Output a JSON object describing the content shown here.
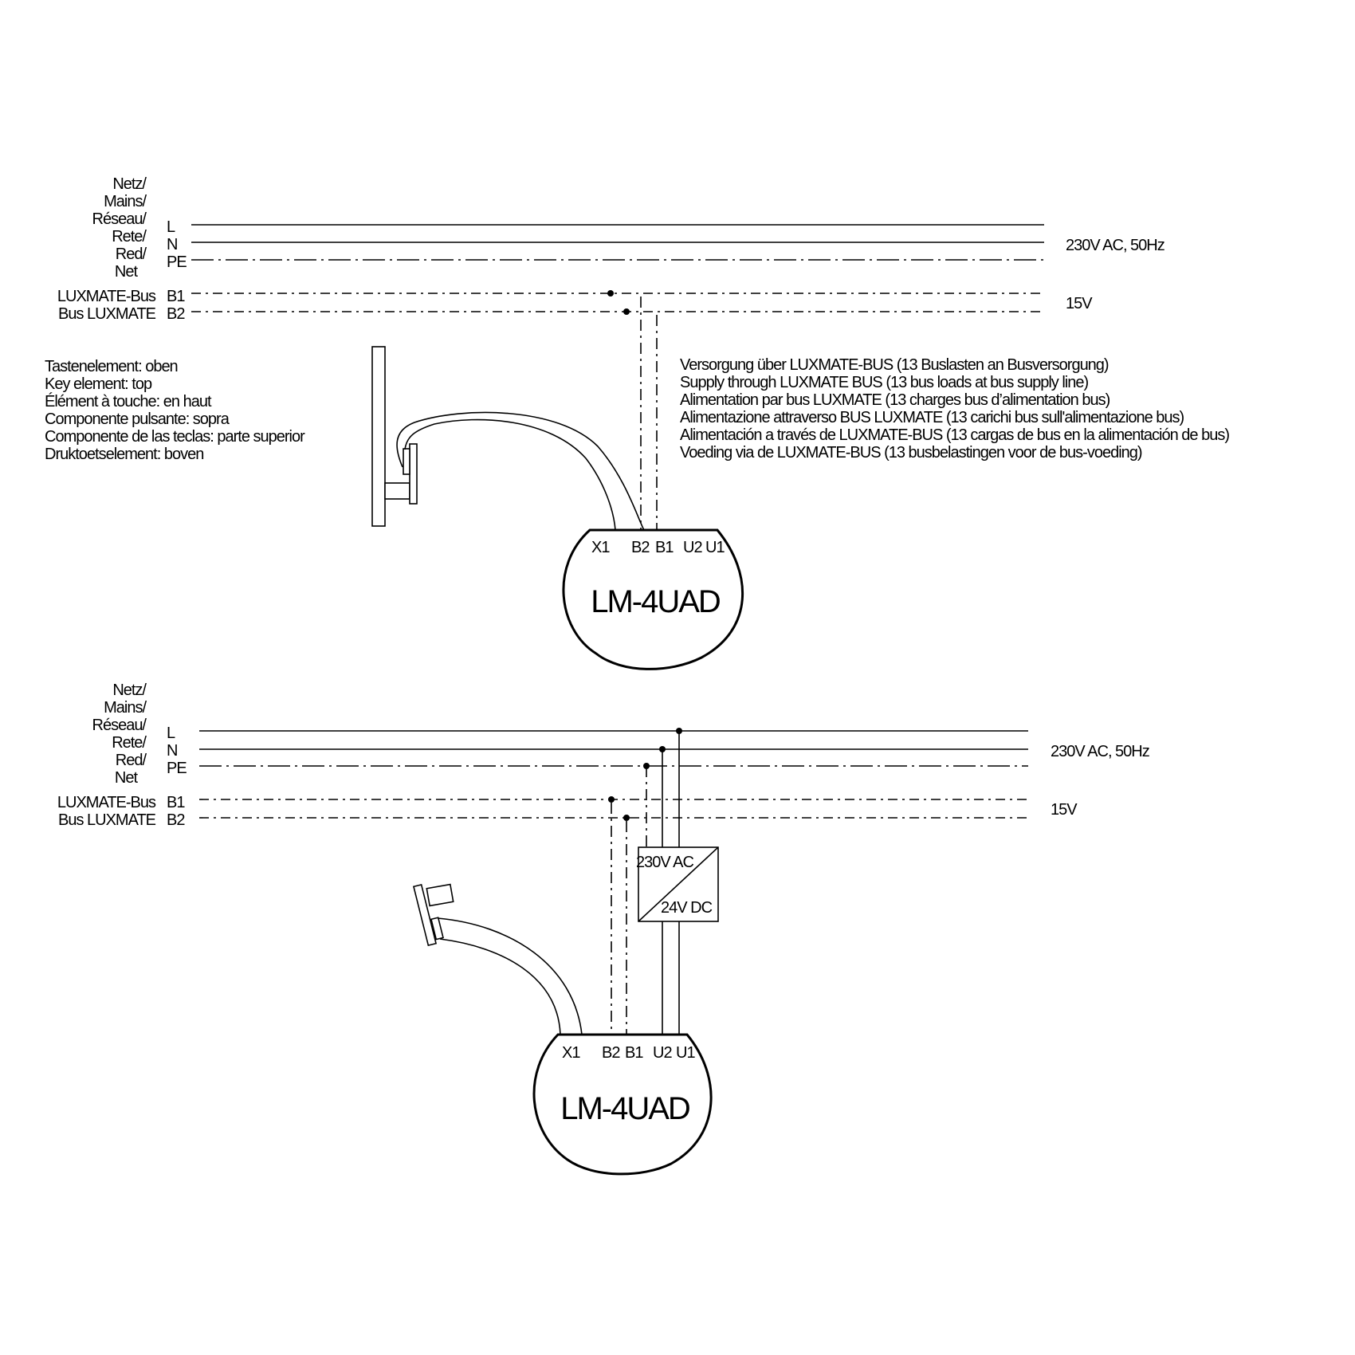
{
  "diagrams": [
    {
      "id": "bus-supplied",
      "mains_label_lines": [
        "Netz/",
        "Mains/",
        "Réseau/",
        "Rete/",
        "Red/",
        "Net"
      ],
      "conductors": [
        "L",
        "N",
        "PE"
      ],
      "bus_label_lines": [
        "LUXMATE-Bus",
        "Bus LUXMATE"
      ],
      "bus_conductors": [
        "B1",
        "B2"
      ],
      "mains_voltage": "230V AC, 50Hz",
      "bus_voltage": "15V",
      "key_element_notes": [
        "Tastenelement: oben",
        "Key element: top",
        "Élément à touche: en haut",
        "Componente pulsante: sopra",
        "Componente de las teclas: parte superior",
        "Druktoetselement: boven"
      ],
      "supply_notes": [
        "Versorgung über LUXMATE-BUS (13 Buslasten an Busversorgung)",
        "Supply through LUXMATE BUS (13 bus loads at bus supply line)",
        "Alimentation par bus LUXMATE (13 charges bus d’alimentation bus)",
        "Alimentazione attraverso BUS LUXMATE (13 carichi bus sull'alimentazione bus)",
        "Alimentación a través de LUXMATE-BUS (13 cargas de bus en la alimentación de bus)",
        "Voeding via de LUXMATE-BUS (13 busbelastingen voor de bus-voeding)"
      ],
      "device": {
        "name": "LM-4UAD",
        "terminals": [
          "X1",
          "B2",
          "B1",
          "U2",
          "U1"
        ]
      }
    },
    {
      "id": "external-supply",
      "mains_label_lines": [
        "Netz/",
        "Mains/",
        "Réseau/",
        "Rete/",
        "Red/",
        "Net"
      ],
      "conductors": [
        "L",
        "N",
        "PE"
      ],
      "bus_label_lines": [
        "LUXMATE-Bus",
        "Bus LUXMATE"
      ],
      "bus_conductors": [
        "B1",
        "B2"
      ],
      "mains_voltage": "230V AC, 50Hz",
      "bus_voltage": "15V",
      "power_supply": {
        "input": "230V AC",
        "output": "24V DC"
      },
      "device": {
        "name": "LM-4UAD",
        "terminals": [
          "X1",
          "B2",
          "B1",
          "U2",
          "U1"
        ]
      }
    }
  ]
}
